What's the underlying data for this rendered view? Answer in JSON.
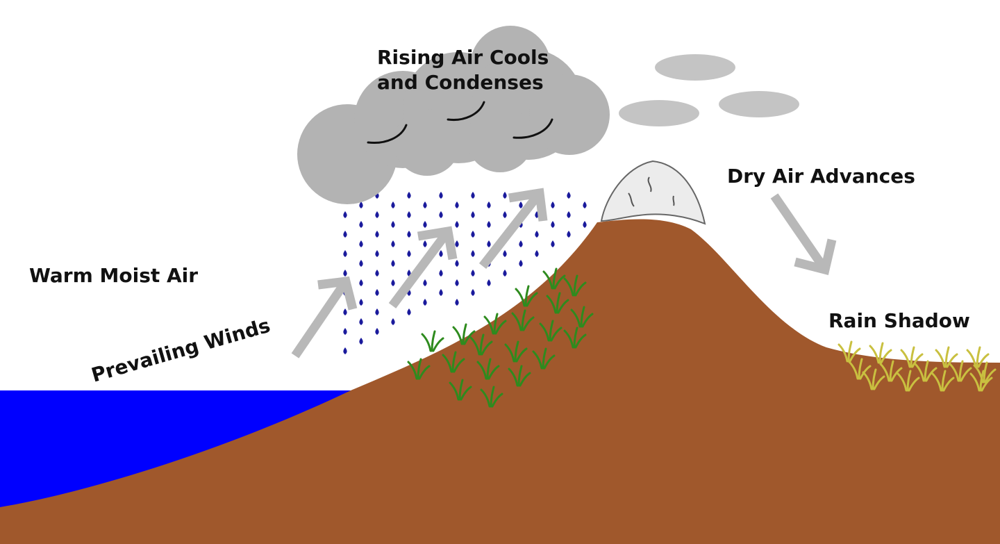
{
  "labels": {
    "cloud_line1": "Rising Air Cools",
    "cloud_line2": "and Condenses",
    "dry_air": "Dry Air Advances",
    "warm_air": "Warm Moist Air",
    "winds": "Prevailing Winds",
    "rain_shadow": "Rain Shadow"
  },
  "colors": {
    "water": "#0000ff",
    "land": "#a0582c",
    "cloud": "#b3b3b3",
    "small_cloud": "#c4c4c4",
    "rain": "#1a1a9c",
    "arrow": "#b8b8b8",
    "wet_grass": "#2e8b1e",
    "dry_grass": "#c9c040",
    "snow": "#ececec"
  }
}
